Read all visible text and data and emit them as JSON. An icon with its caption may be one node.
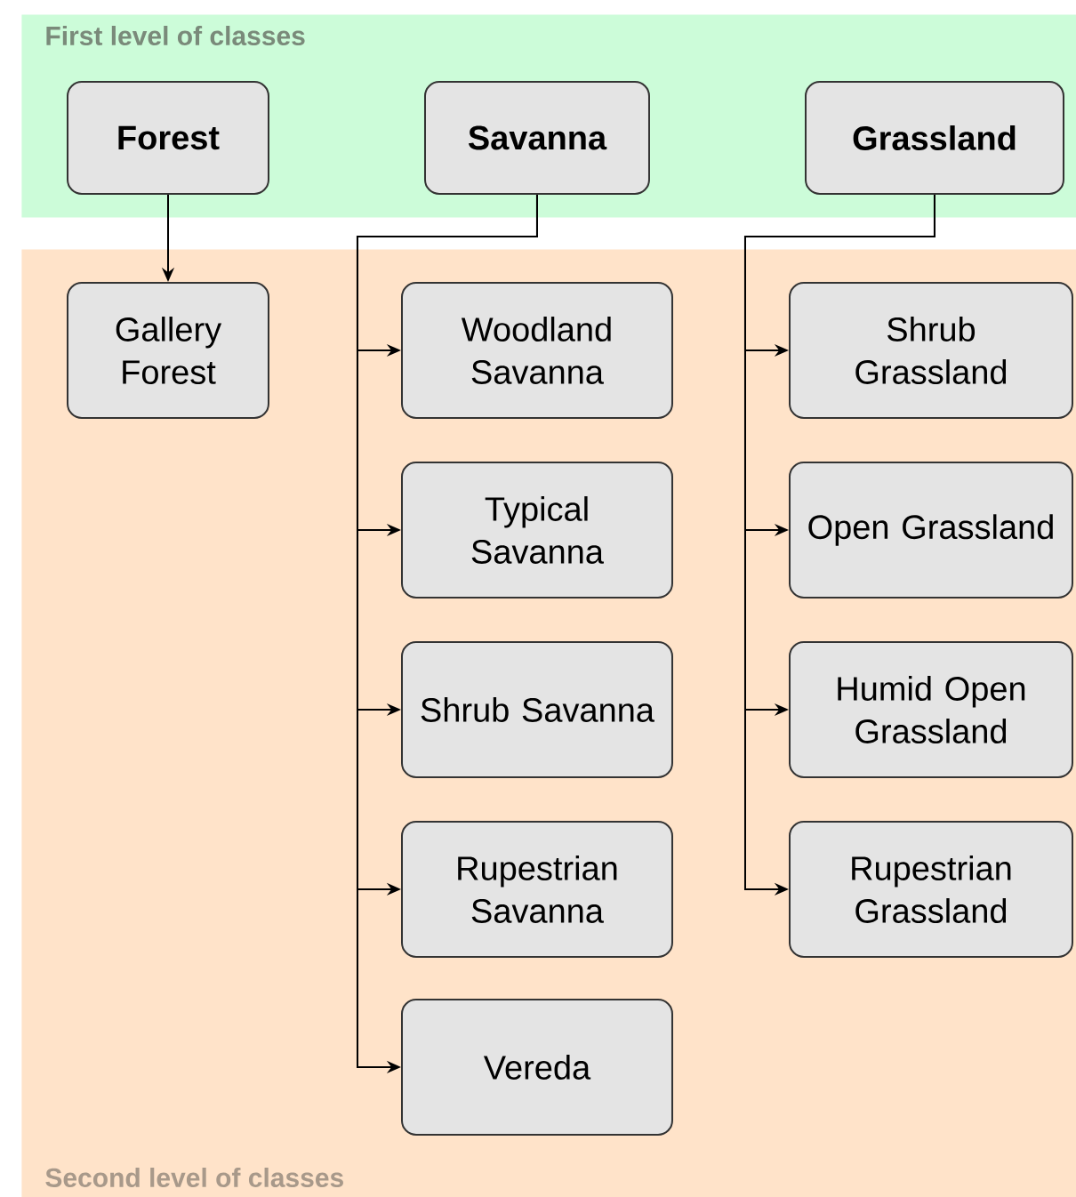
{
  "diagram": {
    "nodes": [
      {
        "text": [
          "First level of classes"
        ]
      },
      {
        "text": [
          "Second level of classes"
        ]
      },
      {
        "text": [
          "Forest"
        ],
        "in": 0
      },
      {
        "text": [
          "Savanna"
        ],
        "in": 0
      },
      {
        "text": [
          "Grassland"
        ],
        "in": 0
      },
      {
        "text": [
          "Gallery Forest"
        ],
        "in": 1
      },
      {
        "text": [
          "Woodland Savanna"
        ],
        "in": 1
      },
      {
        "text": [
          "Typical Savanna"
        ],
        "in": 1
      },
      {
        "text": [
          "Shrub Savanna"
        ],
        "in": 1
      },
      {
        "text": [
          "Rupestrian Savanna"
        ],
        "in": 1
      },
      {
        "text": [
          "Vereda"
        ],
        "in": 1
      },
      {
        "text": [
          "Shrub Grassland"
        ],
        "in": 1
      },
      {
        "text": [
          "Open Grassland"
        ],
        "in": 1
      },
      {
        "text": [
          "Humid Open Grassland"
        ],
        "in": 1
      },
      {
        "text": [
          "Rupestrian Grassland"
        ],
        "in": 1
      }
    ],
    "edges": [
      {
        "from": 2,
        "to": 5,
        "arrow": "to"
      },
      {
        "from": 3,
        "to": 6,
        "arrow": "to"
      },
      {
        "from": 3,
        "to": 7,
        "arrow": "to"
      },
      {
        "from": 3,
        "to": 8,
        "arrow": "to"
      },
      {
        "from": 3,
        "to": 9,
        "arrow": "to"
      },
      {
        "from": 3,
        "to": 10,
        "arrow": "to"
      },
      {
        "from": 4,
        "to": 11,
        "arrow": "to"
      },
      {
        "from": 4,
        "to": 12,
        "arrow": "to"
      },
      {
        "from": 4,
        "to": 13,
        "arrow": "to"
      },
      {
        "from": 4,
        "to": 14,
        "arrow": "to"
      }
    ]
  }
}
